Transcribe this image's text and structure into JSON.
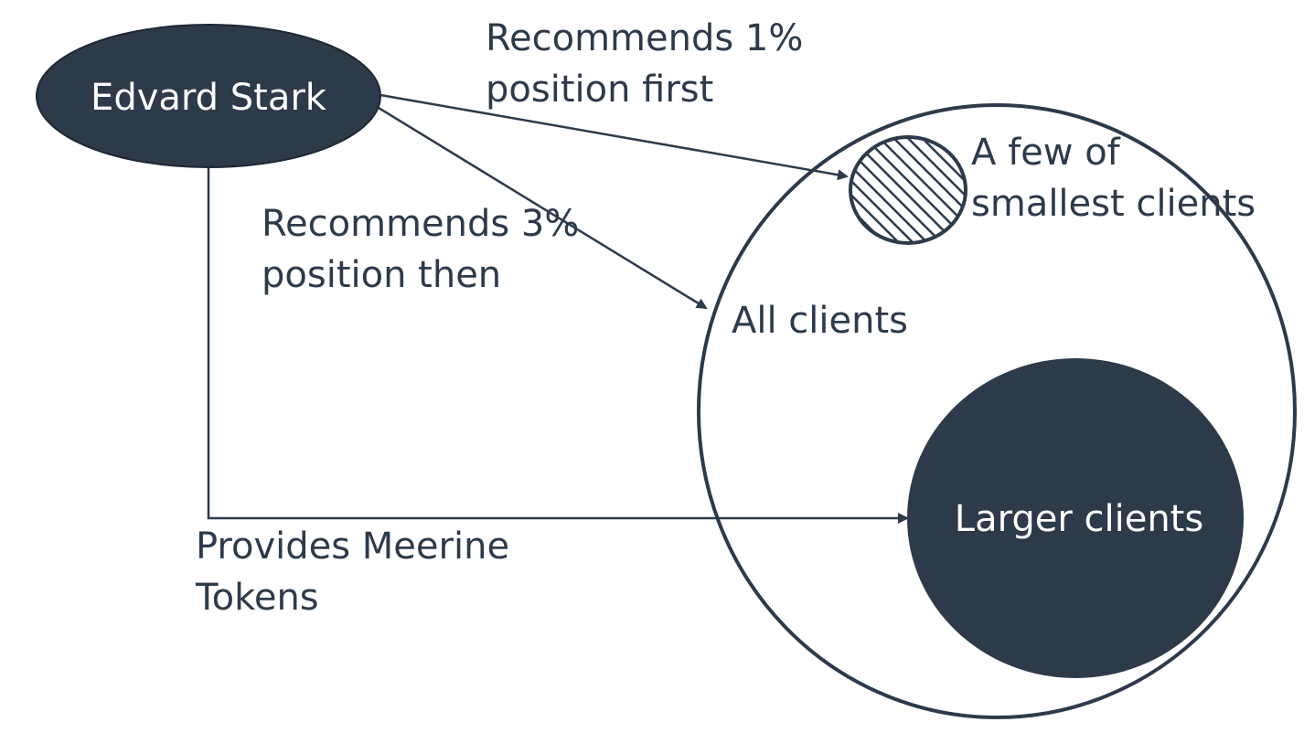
{
  "nodes": {
    "source": "Edvard Stark",
    "large_group": "Larger clients",
    "outer_group": "All clients",
    "small_group": [
      "A few of",
      "smallest clients"
    ]
  },
  "edges": {
    "first": [
      "Recommends 1%",
      "position first"
    ],
    "second": [
      "Recommends 3%",
      "position then"
    ],
    "tokens": [
      "Provides Meerine",
      "Tokens"
    ]
  },
  "colors": {
    "dark": "#2d3a4a",
    "background": "#ffffff"
  }
}
